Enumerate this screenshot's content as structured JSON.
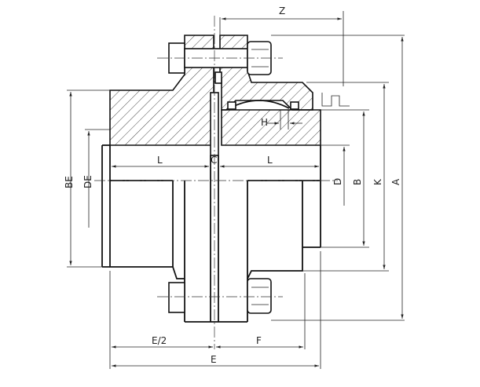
{
  "labels": {
    "Z": "Z",
    "BE": "BE",
    "DE": "DE",
    "L_left": "L",
    "C": "C",
    "L_right": "L",
    "H": "H",
    "D": "D",
    "B": "B",
    "K": "K",
    "A": "A",
    "E_half": "E/2",
    "F": "F",
    "E": "E"
  }
}
